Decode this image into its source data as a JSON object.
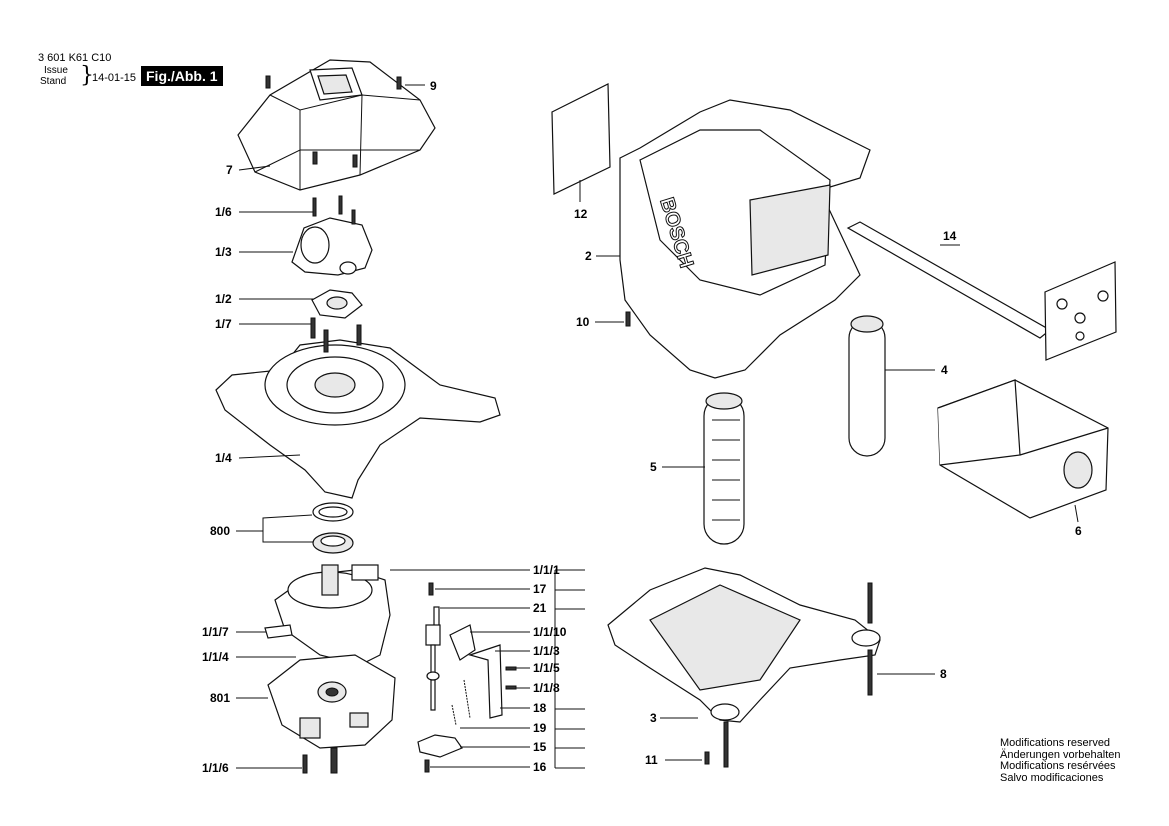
{
  "header": {
    "doc_id": "3 601 K61 C10",
    "issue_label": "Issue",
    "stand_label": "Stand",
    "date": "14-01-15",
    "figure": "Fig./Abb. 1"
  },
  "parts": {
    "p9": "9",
    "p7": "7",
    "p1_6": "1/6",
    "p1_3": "1/3",
    "p1_2": "1/2",
    "p1_7": "1/7",
    "p1_4": "1/4",
    "p800": "800",
    "p1_1_7": "1/1/7",
    "p1_1_4": "1/1/4",
    "p801": "801",
    "p1_1_6": "1/1/6",
    "p1_1_1": "1/1/1",
    "p17": "17",
    "p21": "21",
    "p1_1_10": "1/1/10",
    "p1_1_3": "1/1/3",
    "p1_1_5": "1/1/5",
    "p1_1_8": "1/1/8",
    "p18": "18",
    "p19": "19",
    "p15": "15",
    "p16": "16",
    "p12": "12",
    "p2": "2",
    "p10": "10",
    "p14": "14",
    "p4": "4",
    "p5": "5",
    "p6": "6",
    "p3": "3",
    "p8": "8",
    "p11": "11"
  },
  "brand_text": "BOSCH",
  "notes": [
    "Modifications reserved",
    "Änderungen vorbehalten",
    "Modifications resérvées",
    "Salvo modificaciones"
  ]
}
